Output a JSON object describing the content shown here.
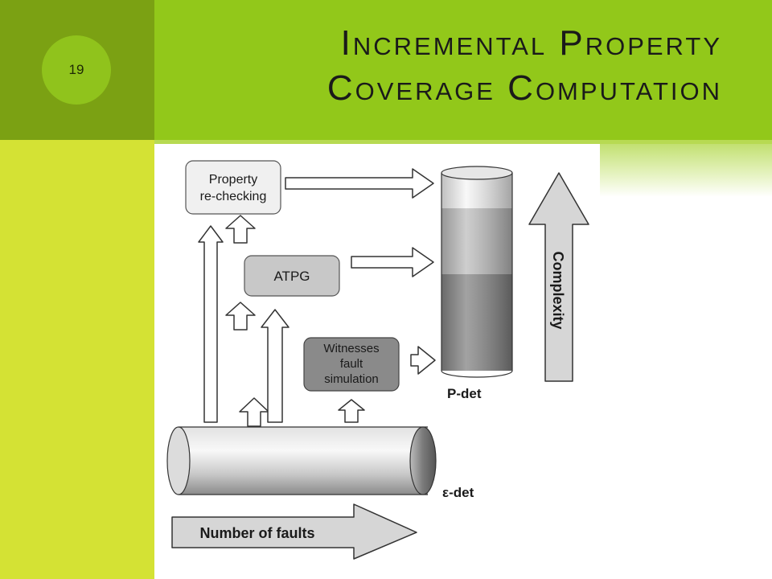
{
  "slide": {
    "number": "19",
    "title_line1": "Incremental Property",
    "title_line2": "Coverage Computation"
  },
  "diagram": {
    "boxes": {
      "property_rechecking": [
        "Property",
        "re-checking"
      ],
      "atpg": "ATPG",
      "witnesses": [
        "Witnesses",
        "fault",
        "simulation"
      ]
    },
    "labels": {
      "p_det": "P-det",
      "e_det": "ε-det",
      "complexity": "Complexity",
      "number_of_faults": "Number of faults"
    },
    "colors": {
      "accent_dark": "#7ba113",
      "accent_mid": "#92c81a",
      "accent_light": "#d4e234",
      "box_light": "#f0f0f0",
      "box_mid": "#c8c8c8",
      "box_dark": "#8a8a8a",
      "arrow_fill": "#d6d6d6"
    }
  }
}
